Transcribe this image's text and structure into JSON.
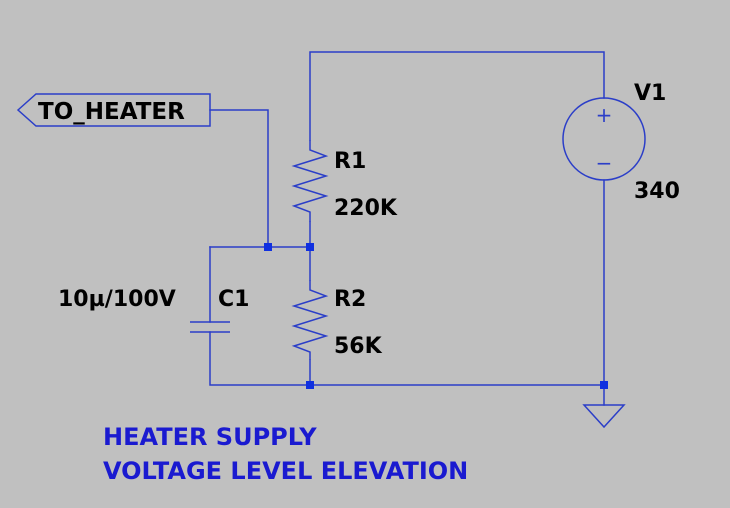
{
  "net_label": "TO_HEATER",
  "components": {
    "r1": {
      "ref": "R1",
      "value": "220K"
    },
    "r2": {
      "ref": "R2",
      "value": "56K"
    },
    "c1": {
      "ref": "C1",
      "value": "10µ/100V"
    },
    "v1": {
      "ref": "V1",
      "value": "340"
    }
  },
  "source_symbols": {
    "plus": "+",
    "minus": "−"
  },
  "note": {
    "line1": "HEATER SUPPLY",
    "line2": "VOLTAGE LEVEL ELEVATION"
  },
  "colors": {
    "background": "#c0c0c0",
    "wire": "#2b3ec8",
    "node": "#1030e0",
    "label": "#000000",
    "note": "#1a1ad0"
  }
}
